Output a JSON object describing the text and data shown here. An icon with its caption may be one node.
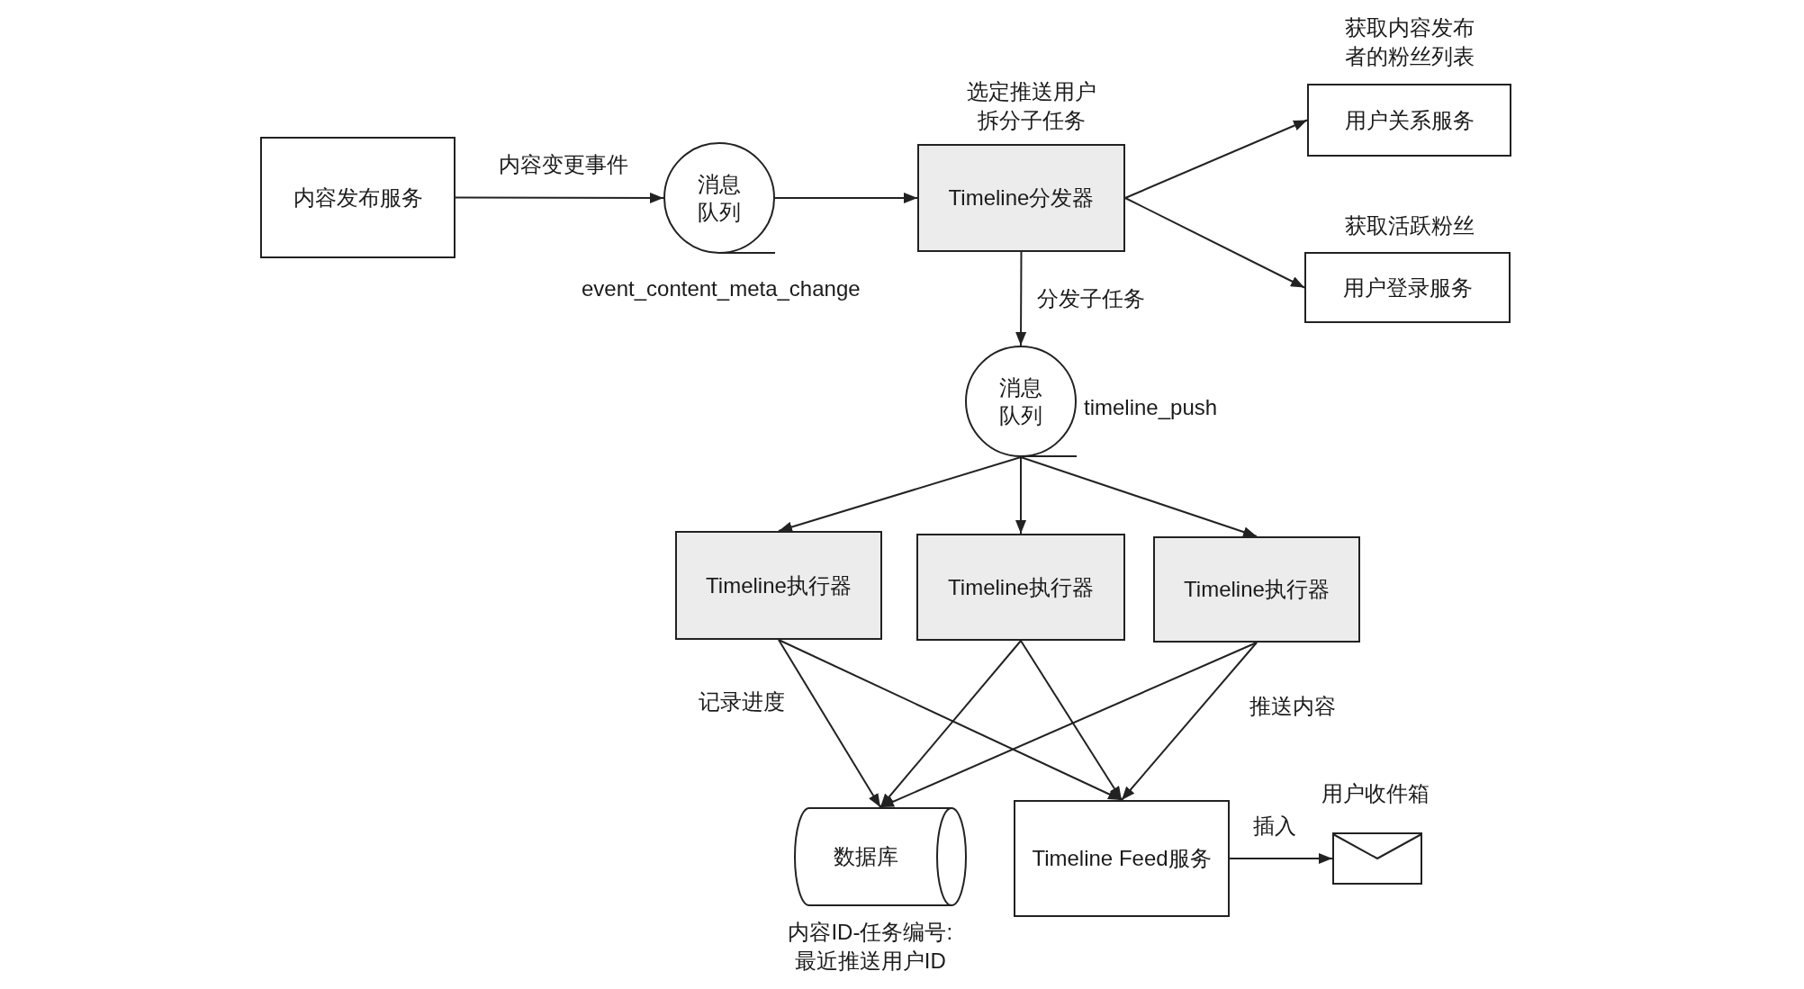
{
  "diagram": {
    "nodes": [
      {
        "text": [
          "内容发布服务"
        ]
      },
      {
        "text": [
          "消息队列"
        ],
        "beside": [
          "event_content_meta_change"
        ]
      },
      {
        "text": [
          "Timeline分发器"
        ],
        "beside": [
          "选定推送用户拆分子任务"
        ]
      },
      {
        "text": [
          "用户关系服务"
        ],
        "beside": [
          "获取内容发布者的粉丝列表"
        ]
      },
      {
        "text": [
          "用户登录服务"
        ],
        "beside": [
          "获取活跃粉丝"
        ]
      },
      {
        "text": [
          "消息队列"
        ],
        "beside": [
          "timeline_push"
        ]
      },
      {
        "text": [
          "Timeline执行器"
        ]
      },
      {
        "text": [
          "Timeline执行器"
        ]
      },
      {
        "text": [
          "Timeline执行器"
        ]
      },
      {
        "text": [
          "数据库"
        ],
        "beside": [
          "内容ID-任务编号:最近推送用户ID"
        ]
      },
      {
        "text": [
          "Timeline Feed服务"
        ]
      },
      {
        "text": [],
        "shape": "envelope",
        "beside": [
          "用户收件箱"
        ]
      }
    ],
    "edges": [
      {
        "from": 0,
        "to": 1,
        "arrow": "to",
        "label": "内容变更事件"
      },
      {
        "from": 1,
        "to": 2,
        "arrow": "to"
      },
      {
        "from": 2,
        "to": 3,
        "arrow": "to"
      },
      {
        "from": 2,
        "to": 4,
        "arrow": "to"
      },
      {
        "from": 2,
        "to": 5,
        "arrow": "to",
        "label": "分发子任务"
      },
      {
        "from": 5,
        "to": 6,
        "arrow": "to"
      },
      {
        "from": 5,
        "to": 7,
        "arrow": "to"
      },
      {
        "from": 5,
        "to": 8,
        "arrow": "to"
      },
      {
        "from": 6,
        "to": 9,
        "arrow": "to",
        "label": "记录进度"
      },
      {
        "from": 6,
        "to": 10,
        "arrow": "to"
      },
      {
        "from": 7,
        "to": 9,
        "arrow": "to"
      },
      {
        "from": 7,
        "to": 10,
        "arrow": "to"
      },
      {
        "from": 8,
        "to": 9,
        "arrow": "to"
      },
      {
        "from": 8,
        "to": 10,
        "arrow": "to",
        "label": "推送内容"
      },
      {
        "from": 10,
        "to": 11,
        "arrow": "to",
        "label": "插入"
      }
    ]
  }
}
